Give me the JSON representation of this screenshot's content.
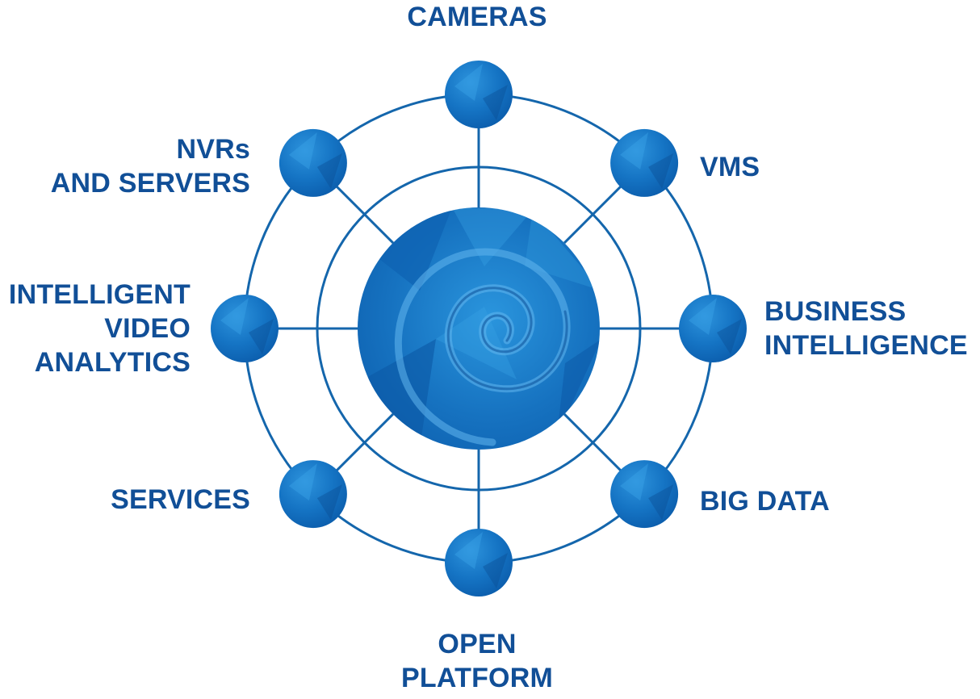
{
  "colors": {
    "ring": "#1466ac",
    "node_dark": "#0b5cab",
    "node_mid": "#1574c4",
    "node_light": "#2d93dc",
    "hub_dark": "#0d5fae",
    "hub_light": "#2a95dd",
    "text": "#114f97",
    "background": "#ffffff"
  },
  "nodes": [
    {
      "id": "cameras",
      "icon": "faceted-blue-sphere",
      "lines": [
        "CAMERAS"
      ]
    },
    {
      "id": "vms",
      "icon": "faceted-blue-sphere",
      "lines": [
        "VMS"
      ]
    },
    {
      "id": "business-intelligence",
      "icon": "faceted-blue-sphere",
      "lines": [
        "BUSINESS",
        "INTELLIGENCE"
      ]
    },
    {
      "id": "big-data",
      "icon": "faceted-blue-sphere",
      "lines": [
        "BIG DATA"
      ]
    },
    {
      "id": "open-platform",
      "icon": "faceted-blue-sphere",
      "lines": [
        "OPEN",
        "PLATFORM"
      ]
    },
    {
      "id": "services",
      "icon": "faceted-blue-sphere",
      "lines": [
        "SERVICES"
      ]
    },
    {
      "id": "intelligent-video-analytics",
      "icon": "faceted-blue-sphere",
      "lines": [
        "INTELLIGENT",
        "VIDEO",
        "ANALYTICS"
      ]
    },
    {
      "id": "nvrs-and-servers",
      "icon": "faceted-blue-sphere",
      "lines": [
        "NVRs",
        "AND SERVERS"
      ]
    }
  ],
  "hub": {
    "icon": "spiral-shell-emblem"
  }
}
